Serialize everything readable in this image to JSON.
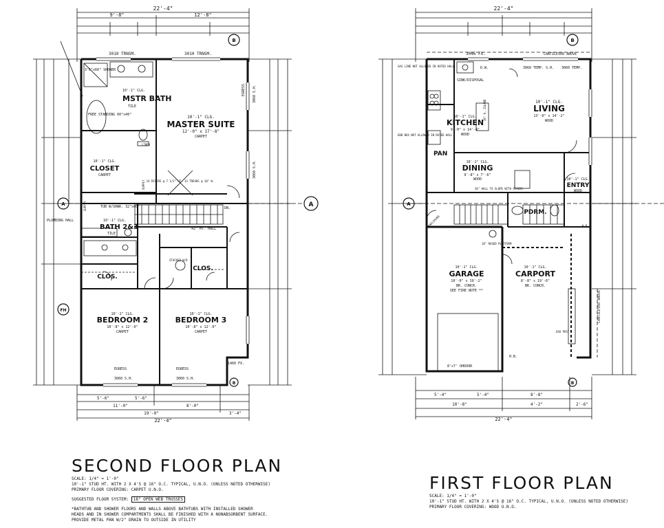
{
  "second_floor": {
    "title": "SECOND FLOOR PLAN",
    "scale": "SCALE: 1/4\" = 1'-0\"",
    "stud_note": "10'-1\" STUD HT. WITH 2 X 4'S @ 16\" O.C. TYPICAL, U.N.O. (UNLESS NOTED OTHERWISE)",
    "floor_covering": "PRIMARY FLOOR COVERING:  CARPET U.N.O.",
    "floor_system_label": "SUGGESTED FLOOR SYSTEM:",
    "floor_system_value": "18\" OPEN WEB TRUSSES",
    "note_1": "*BATHTUB AND SHOWER FLOORS AND WALLS ABOVE BATHTUBS WITH INSTALLED SHOWER",
    "note_2": "HEADS AND IN SHOWER COMPARTMENTS SHALL BE FINISHED WITH A NONABSORBENT SURFACE.",
    "note_3": "PROVIDE METAL PAN W/2\" DRAIN TO OUTSIDE IN UTILITY",
    "overall_width": "22'-4\"",
    "top_dim_left": "9'-8\"",
    "top_dim_right": "12'-8\"",
    "rooms": {
      "master_suite": {
        "name": "MASTER SUITE",
        "clg": "10'-1\" CLG.",
        "size": "12'-0\" x 17'-8\"",
        "floor": "CARPET"
      },
      "mstr_bath": {
        "name": "MSTR BATH",
        "clg": "10'-1\" CLG.",
        "floor": "TILE"
      },
      "closet": {
        "name": "CLOSET",
        "clg": "10'-1\" CLG.",
        "floor": "CARPET"
      },
      "bath_2_3": {
        "name": "BATH 2&3",
        "clg": "10'-1\" CLG.",
        "floor": "TILE"
      },
      "bedroom_2": {
        "name": "BEDROOM 2",
        "clg": "10'-1\" CLG.",
        "size": "10'-8\" x 12'-0\"",
        "floor": "CARPET"
      },
      "bedroom_3": {
        "name": "BEDROOM 3",
        "clg": "10'-1\" CLG.",
        "size": "10'-8\" x 12'-0\"",
        "floor": "CARPET"
      },
      "clos_a": {
        "name": "CLOS."
      },
      "clos_b": {
        "name": "CLOS."
      }
    },
    "labels": {
      "trnsm_1": "3010 TRNSM.",
      "trnsm_2": "3010 TRNSM.",
      "shower": "3'6\"x60\" SHOWER",
      "free_standing": "FREE STANDING 60\"x40\"",
      "egress_1": "EGRESS",
      "egress_2": "EGRESS",
      "egress_3": "EGRESS",
      "sh_1": "3060 S.H.",
      "sh_2": "3060 S.H.",
      "sh_3": "3060 S.H.",
      "sh_4": "3060 S.H.",
      "fx": "1460 FX.",
      "plumbing_hall": "PLUMBING HALL",
      "supply_1": "SUPPLY",
      "supply_2": "SUPPLY",
      "tub": "TUB W/SHWR. 32\"x60\"",
      "stacked": "STACKED W/D",
      "ht_hall": "42\" HT. HALL",
      "risers": "14 RISERS @ 7 1/2\" HT. 13 TREADS @ 10\" W.",
      "dn": "DN.",
      "linen": "LINEN",
      "marker_a": "A",
      "marker_b": "B",
      "marker_fh": "FH"
    },
    "bottom_dims": [
      "5'-6\"",
      "5'-6\"",
      "11'-0\"",
      "8'-0\"",
      "19'-0\"",
      "3'-4\"",
      "22'-4\""
    ]
  },
  "first_floor": {
    "title": "FIRST FLOOR PLAN",
    "scale": "SCALE: 1/4\" = 1'-0\"",
    "stud_note": "10'-1\" STUD HT. WITH 2 X 4'S @ 16\" O.C. TYPICAL, U.N.O. (UNLESS NOTED OTHERWISE)",
    "floor_covering": "PRIMARY FLOOR COVERING:  WOOD U.N.O.",
    "overall_width": "22'-4\"",
    "rooms": {
      "living": {
        "name": "LIVING",
        "clg": "10'-1\" CLG.",
        "size": "13'-0\" x 14'-2\"",
        "floor": "WOOD"
      },
      "kitchen": {
        "name": "KITCHEN",
        "clg": "10'-1\" CLG.",
        "size": "9'-0\" x 14'-4\"",
        "floor": "WOOD"
      },
      "dining": {
        "name": "DINING",
        "clg": "10'-1\" CLG.",
        "size": "9'-8\" x 7'-6\"",
        "floor": "WOOD"
      },
      "entry": {
        "name": "ENTRY",
        "clg": "10'-1\" CLG.",
        "floor": "WOOD"
      },
      "pdrm": {
        "name": "PDRM."
      },
      "pan": {
        "name": "PAN"
      },
      "garage": {
        "name": "GARAGE",
        "clg": "10'-1\" CLG.",
        "size": "10'-0\" x 19'-2\"",
        "floor": "BR. CONCR.",
        "note": "SEE FIRE NOTE **"
      },
      "carport": {
        "name": "CARPORT",
        "clg": "10'-1\" CLG.",
        "size": "8'-8\" x 19'-6\"",
        "floor": "BR. CONCR."
      }
    },
    "labels": {
      "fx": "3046 FX.",
      "cantilever_top": "CANTILEVER ABOVE",
      "cantilever_side": "CANTILEVER ABOVE",
      "gas_line": "GAS LINE NOT ALLOWED IN RATED HALL",
      "ebb_box": "EBB BOX NOT ALLOWED IN RATED HALL",
      "temp_1": "3060 TEMP. S.H.",
      "temp_2": "3060 TEMP.",
      "sink": "SINK/DISPOSAL",
      "dw": "D.W.",
      "island": "36\" H. ISLAND",
      "hall_36": "36\" HALL TO SLOPE WITH STAIRS",
      "raised": "18\" RASED PLATFORM",
      "post": "6X6 POST",
      "door": "8'x7' OHDOOR",
      "hb_1": "H.B.",
      "hb_2": "H.B.",
      "enclosure": "ENCLOSURE",
      "marker_a": "A",
      "marker_b": "B"
    },
    "bottom_dims": [
      "5'-4\"",
      "5'-4\"",
      "8'-8\"",
      "10'-8\"",
      "4'-2\"",
      "2'-6\"",
      "22'-4\""
    ]
  }
}
